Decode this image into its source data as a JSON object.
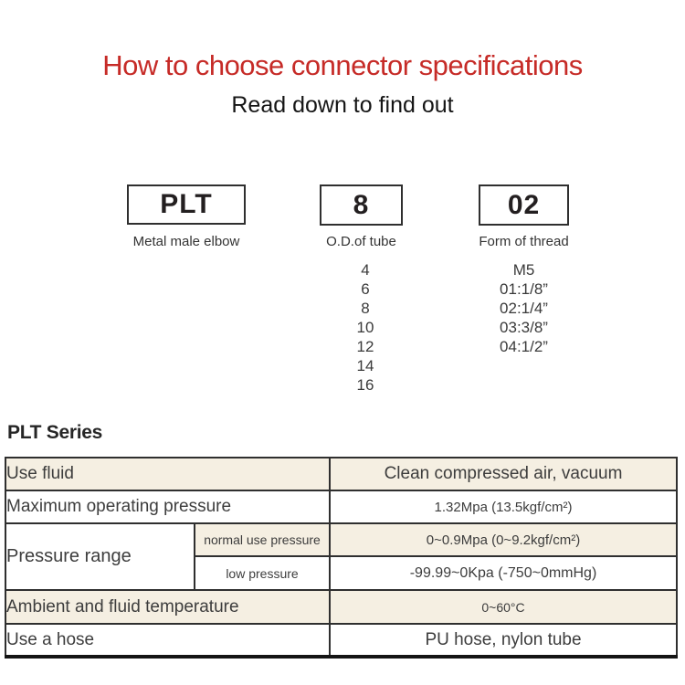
{
  "page": {
    "title": "How to choose connector specifications",
    "subtitle": "Read down to find out"
  },
  "code_builder": {
    "segments": [
      {
        "code": "PLT",
        "label": "Metal male elbow",
        "options": []
      },
      {
        "code": "8",
        "label": "O.D.of tube",
        "options": [
          "4",
          "6",
          "8",
          "10",
          "12",
          "14",
          "16"
        ]
      },
      {
        "code": "02",
        "label": "Form of thread",
        "options": [
          "M5",
          "01:1/8”",
          "02:1/4”",
          "03:3/8”",
          "04:1/2”"
        ]
      }
    ]
  },
  "series_heading": "PLT Series",
  "spec_table": {
    "rows": [
      {
        "label": "Use fluid",
        "value": "Clean compressed air, vacuum"
      },
      {
        "label": "Maximum operating pressure",
        "value": "1.32Mpa (13.5kgf/cm²)"
      },
      {
        "label": "Pressure range",
        "sub_rows": [
          {
            "label": "normal use pressure",
            "value": "0~0.9Mpa (0~9.2kgf/cm²)"
          },
          {
            "label": "low pressure",
            "value": "-99.99~0Kpa (-750~0mmHg)"
          }
        ]
      },
      {
        "label": "Ambient and fluid temperature",
        "value": "0~60°C"
      },
      {
        "label": "Use a hose",
        "value": "PU hose, nylon tube"
      }
    ]
  },
  "colors": {
    "title_red": "#c62b27",
    "row_beige": "#f5efe2",
    "border_dark": "#2f2f2f"
  }
}
